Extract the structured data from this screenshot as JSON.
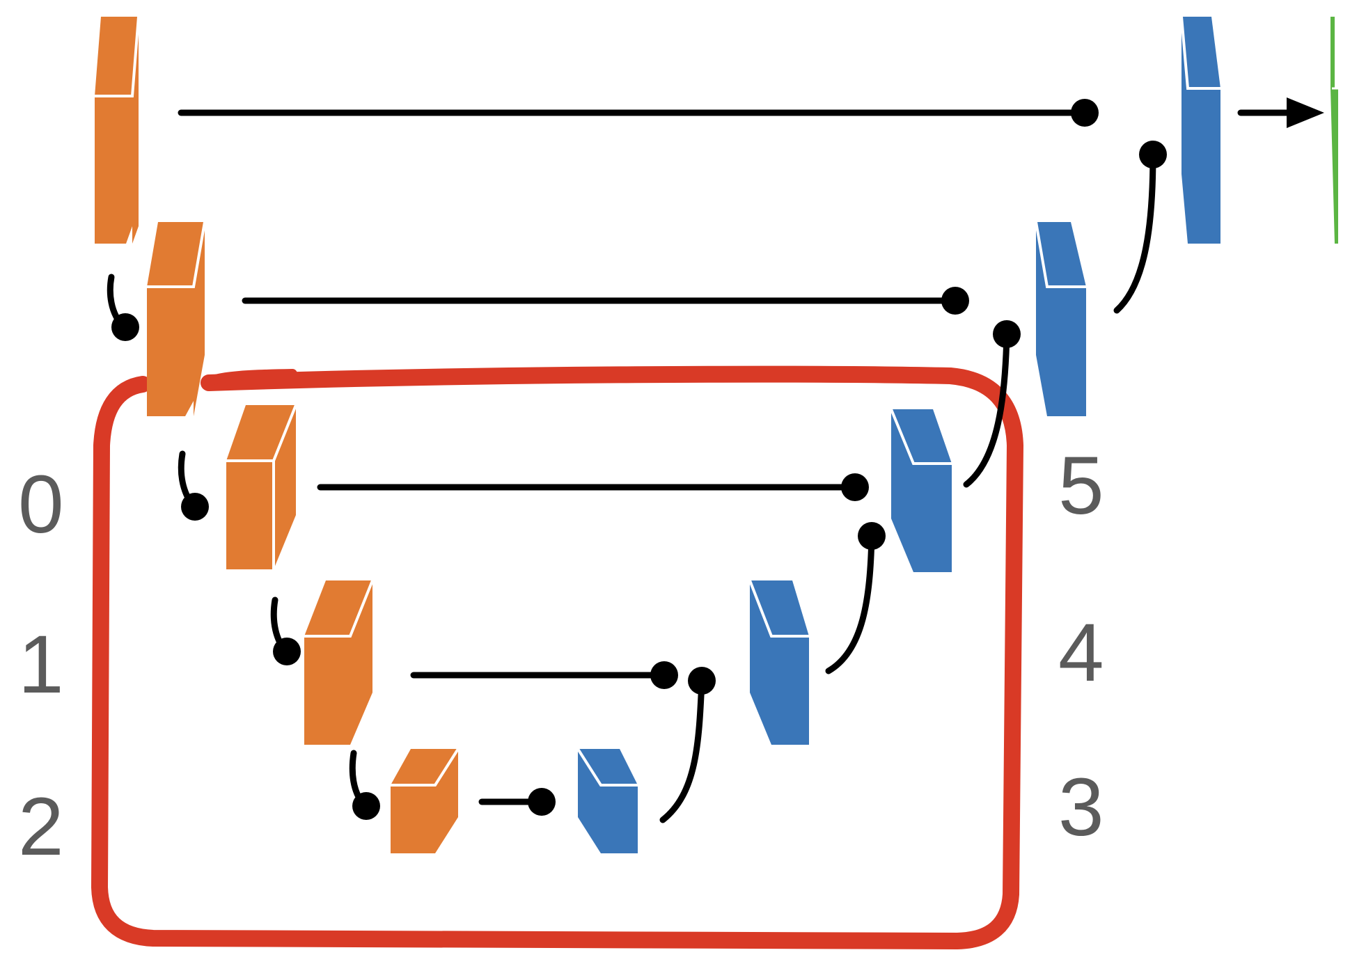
{
  "colors": {
    "encoder": "#E17B32",
    "decoder": "#3A76B8",
    "output": "#5BB543",
    "connector": "#000000",
    "highlight": "#D93A26",
    "label": "#5b5b5b"
  },
  "level_labels": {
    "left": [
      "0",
      "1",
      "2"
    ],
    "right": [
      "5",
      "4",
      "3"
    ]
  },
  "icons": {
    "encoder_block": "orange-feature-block",
    "decoder_block": "blue-feature-block",
    "output_block": "green-output-slab",
    "skip": "skip-connection-line-with-dot",
    "arrow": "right-arrow"
  }
}
